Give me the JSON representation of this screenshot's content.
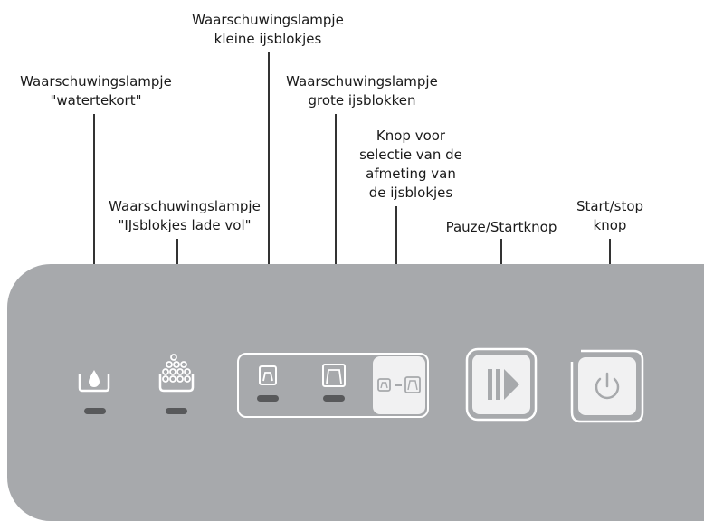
{
  "labels": {
    "water_shortage": {
      "line1": "Waarschuwingslampje",
      "line2": "\"watertekort\""
    },
    "tray_full": {
      "line1": "Waarschuwingslampje",
      "line2": "\"IJsblokjes lade vol\""
    },
    "small_cubes": {
      "line1": "Waarschuwingslampje",
      "line2": "kleine ijsblokjes"
    },
    "large_cubes": {
      "line1": "Waarschuwingslampje",
      "line2": "grote ijsblokken"
    },
    "size_select": {
      "line1": "Knop voor",
      "line2": "selectie van de",
      "line3": "afmeting van",
      "line4": "de ijsblokjes"
    },
    "pause_start": {
      "line1": "Pauze/Startknop"
    },
    "start_stop": {
      "line1": "Start/stop",
      "line2": "knop"
    }
  },
  "colors": {
    "panel": "#a7a9ac",
    "icon_white": "#ffffff",
    "lamp_off": "#58595b",
    "text": "#1a1a1a"
  },
  "icons": {
    "water": "water-drop-icon",
    "tray": "ice-tray-full-icon",
    "small_cube": "small-ice-cube-icon",
    "large_cube": "large-ice-cube-icon",
    "size_toggle": "cube-size-toggle-icon",
    "pause_play": "pause-play-icon",
    "power": "power-icon"
  }
}
